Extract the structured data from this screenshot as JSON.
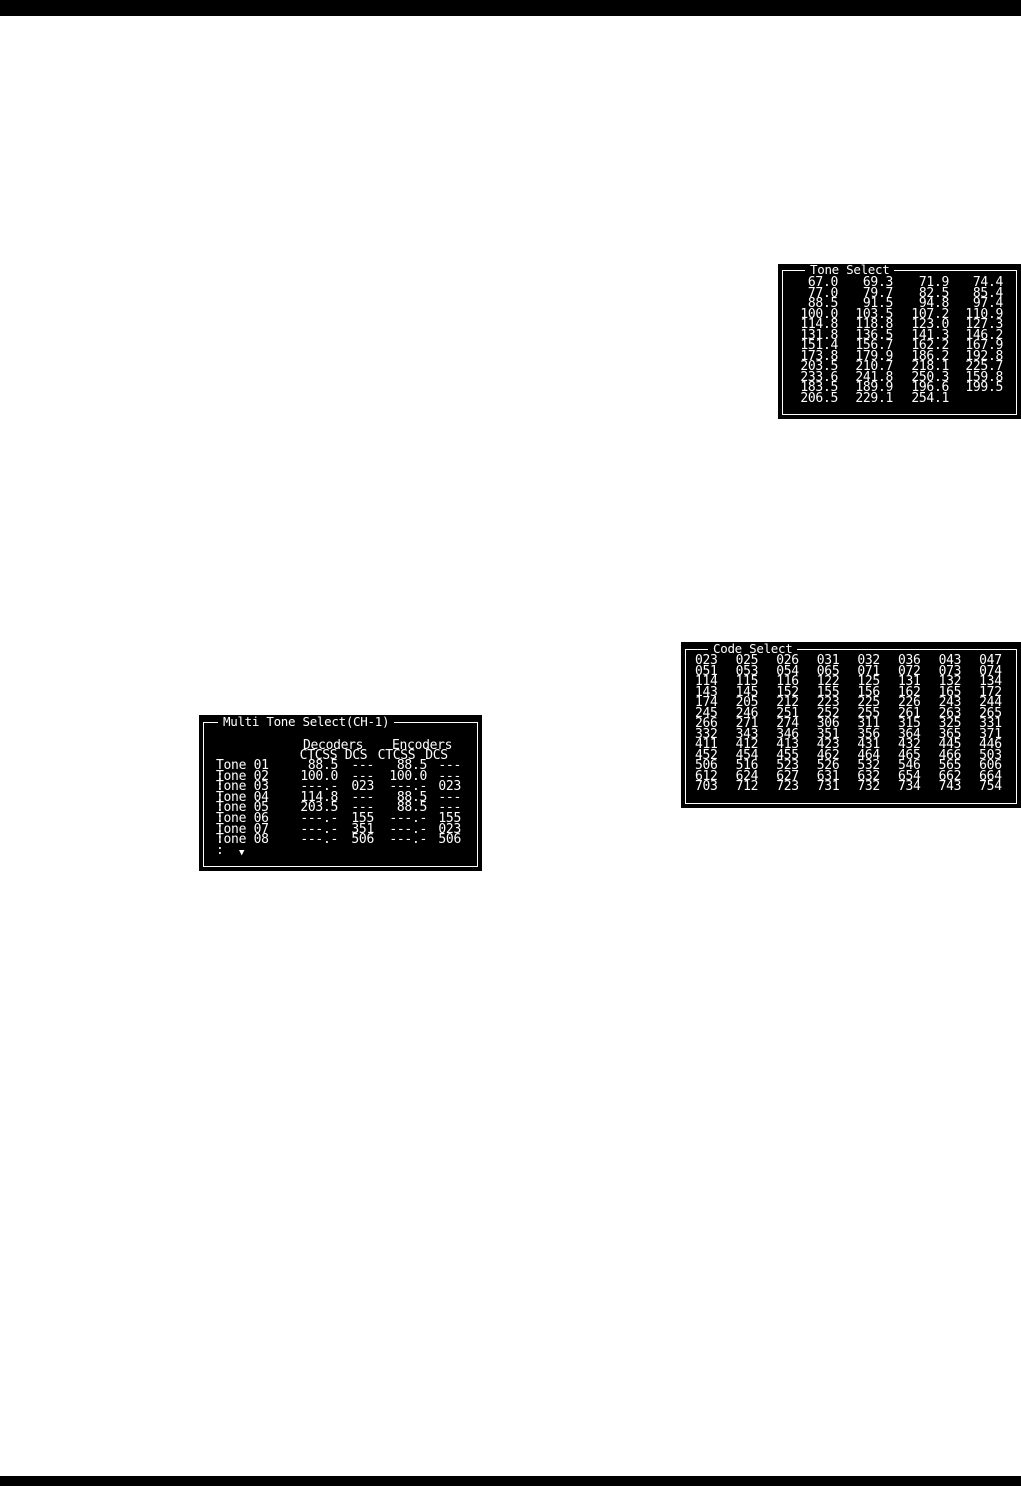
{
  "tone_select": {
    "title": "Tone Select",
    "rows": [
      [
        "67.0",
        "69.3",
        "71.9",
        "74.4"
      ],
      [
        "77.0",
        "79.7",
        "82.5",
        "85.4"
      ],
      [
        "88.5",
        "91.5",
        "94.8",
        "97.4"
      ],
      [
        "100.0",
        "103.5",
        "107.2",
        "110.9"
      ],
      [
        "114.8",
        "118.8",
        "123.0",
        "127.3"
      ],
      [
        "131.8",
        "136.5",
        "141.3",
        "146.2"
      ],
      [
        "151.4",
        "156.7",
        "162.2",
        "167.9"
      ],
      [
        "173.8",
        "179.9",
        "186.2",
        "192.8"
      ],
      [
        "203.5",
        "210.7",
        "218.1",
        "225.7"
      ],
      [
        "233.6",
        "241.8",
        "250.3",
        "159.8"
      ],
      [
        "183.5",
        "189.9",
        "196.6",
        "199.5"
      ],
      [
        "206.5",
        "229.1",
        "254.1",
        ""
      ]
    ]
  },
  "code_select": {
    "title": "Code Select",
    "rows": [
      [
        "023",
        "025",
        "026",
        "031",
        "032",
        "036",
        "043",
        "047"
      ],
      [
        "051",
        "053",
        "054",
        "065",
        "071",
        "072",
        "073",
        "074"
      ],
      [
        "114",
        "115",
        "116",
        "122",
        "125",
        "131",
        "132",
        "134"
      ],
      [
        "143",
        "145",
        "152",
        "155",
        "156",
        "162",
        "165",
        "172"
      ],
      [
        "174",
        "205",
        "212",
        "223",
        "225",
        "226",
        "243",
        "244"
      ],
      [
        "245",
        "246",
        "251",
        "252",
        "255",
        "261",
        "263",
        "265"
      ],
      [
        "266",
        "271",
        "274",
        "306",
        "311",
        "315",
        "325",
        "331"
      ],
      [
        "332",
        "343",
        "346",
        "351",
        "356",
        "364",
        "365",
        "371"
      ],
      [
        "411",
        "412",
        "413",
        "423",
        "431",
        "432",
        "445",
        "446"
      ],
      [
        "452",
        "454",
        "455",
        "462",
        "464",
        "465",
        "466",
        "503"
      ],
      [
        "506",
        "516",
        "523",
        "526",
        "532",
        "546",
        "565",
        "606"
      ],
      [
        "612",
        "624",
        "627",
        "631",
        "632",
        "654",
        "662",
        "664"
      ],
      [
        "703",
        "712",
        "723",
        "731",
        "732",
        "734",
        "743",
        "754"
      ]
    ]
  },
  "multi_tone": {
    "title": "Multi Tone Select(CH-1)",
    "decoders_label": "Decoders",
    "encoders_label": "Encoders",
    "column_headers": [
      "CTCSS",
      "DCS",
      "CTCSS",
      "DCS"
    ],
    "rows": [
      {
        "name": "Tone 01 :",
        "dec_ctcss": "88.5",
        "dec_dcs": "---",
        "enc_ctcss": "88.5",
        "enc_dcs": "---"
      },
      {
        "name": "Tone 02 :",
        "dec_ctcss": "100.0",
        "dec_dcs": "---",
        "enc_ctcss": "100.0",
        "enc_dcs": "---"
      },
      {
        "name": "Tone 03 :",
        "dec_ctcss": "---.-",
        "dec_dcs": "023",
        "enc_ctcss": "---.-",
        "enc_dcs": "023"
      },
      {
        "name": "Tone 04 :",
        "dec_ctcss": "114.8",
        "dec_dcs": "---",
        "enc_ctcss": "88.5",
        "enc_dcs": "---"
      },
      {
        "name": "Tone 05 :",
        "dec_ctcss": "203.5",
        "dec_dcs": "---",
        "enc_ctcss": "88.5",
        "enc_dcs": "---"
      },
      {
        "name": "Tone 06 :",
        "dec_ctcss": "---.-",
        "dec_dcs": "155",
        "enc_ctcss": "---.-",
        "enc_dcs": "155"
      },
      {
        "name": "Tone 07 :",
        "dec_ctcss": "---.-",
        "dec_dcs": "351",
        "enc_ctcss": "---.-",
        "enc_dcs": "023"
      },
      {
        "name": "Tone 08 :",
        "dec_ctcss": "---.-",
        "dec_dcs": "506",
        "enc_ctcss": "---.-",
        "enc_dcs": "506"
      }
    ],
    "more_icon": "down-arrow-icon"
  }
}
